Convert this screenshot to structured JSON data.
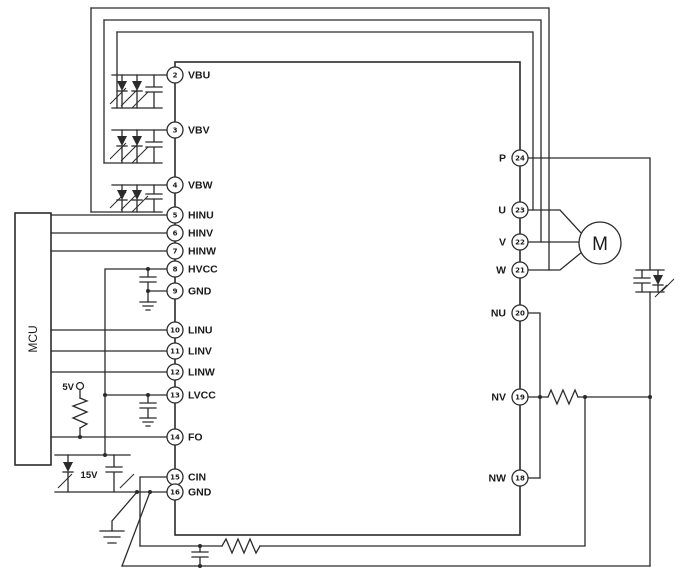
{
  "pins": {
    "left": [
      {
        "num": "2",
        "label": "VBU"
      },
      {
        "num": "3",
        "label": "VBV"
      },
      {
        "num": "4",
        "label": "VBW"
      },
      {
        "num": "5",
        "label": "HINU"
      },
      {
        "num": "6",
        "label": "HINV"
      },
      {
        "num": "7",
        "label": "HINW"
      },
      {
        "num": "8",
        "label": "HVCC"
      },
      {
        "num": "9",
        "label": "GND"
      },
      {
        "num": "10",
        "label": "LINU"
      },
      {
        "num": "11",
        "label": "LINV"
      },
      {
        "num": "12",
        "label": "LINW"
      },
      {
        "num": "13",
        "label": "LVCC"
      },
      {
        "num": "14",
        "label": "FO"
      },
      {
        "num": "15",
        "label": "CIN"
      },
      {
        "num": "16",
        "label": "GND"
      }
    ],
    "right": [
      {
        "num": "24",
        "label": "P"
      },
      {
        "num": "23",
        "label": "U"
      },
      {
        "num": "22",
        "label": "V"
      },
      {
        "num": "21",
        "label": "W"
      },
      {
        "num": "20",
        "label": "NU"
      },
      {
        "num": "19",
        "label": "NV"
      },
      {
        "num": "18",
        "label": "NW"
      }
    ]
  },
  "labels": {
    "mcu": "MCU",
    "motor": "M",
    "v5": "5V",
    "v15": "15V"
  }
}
